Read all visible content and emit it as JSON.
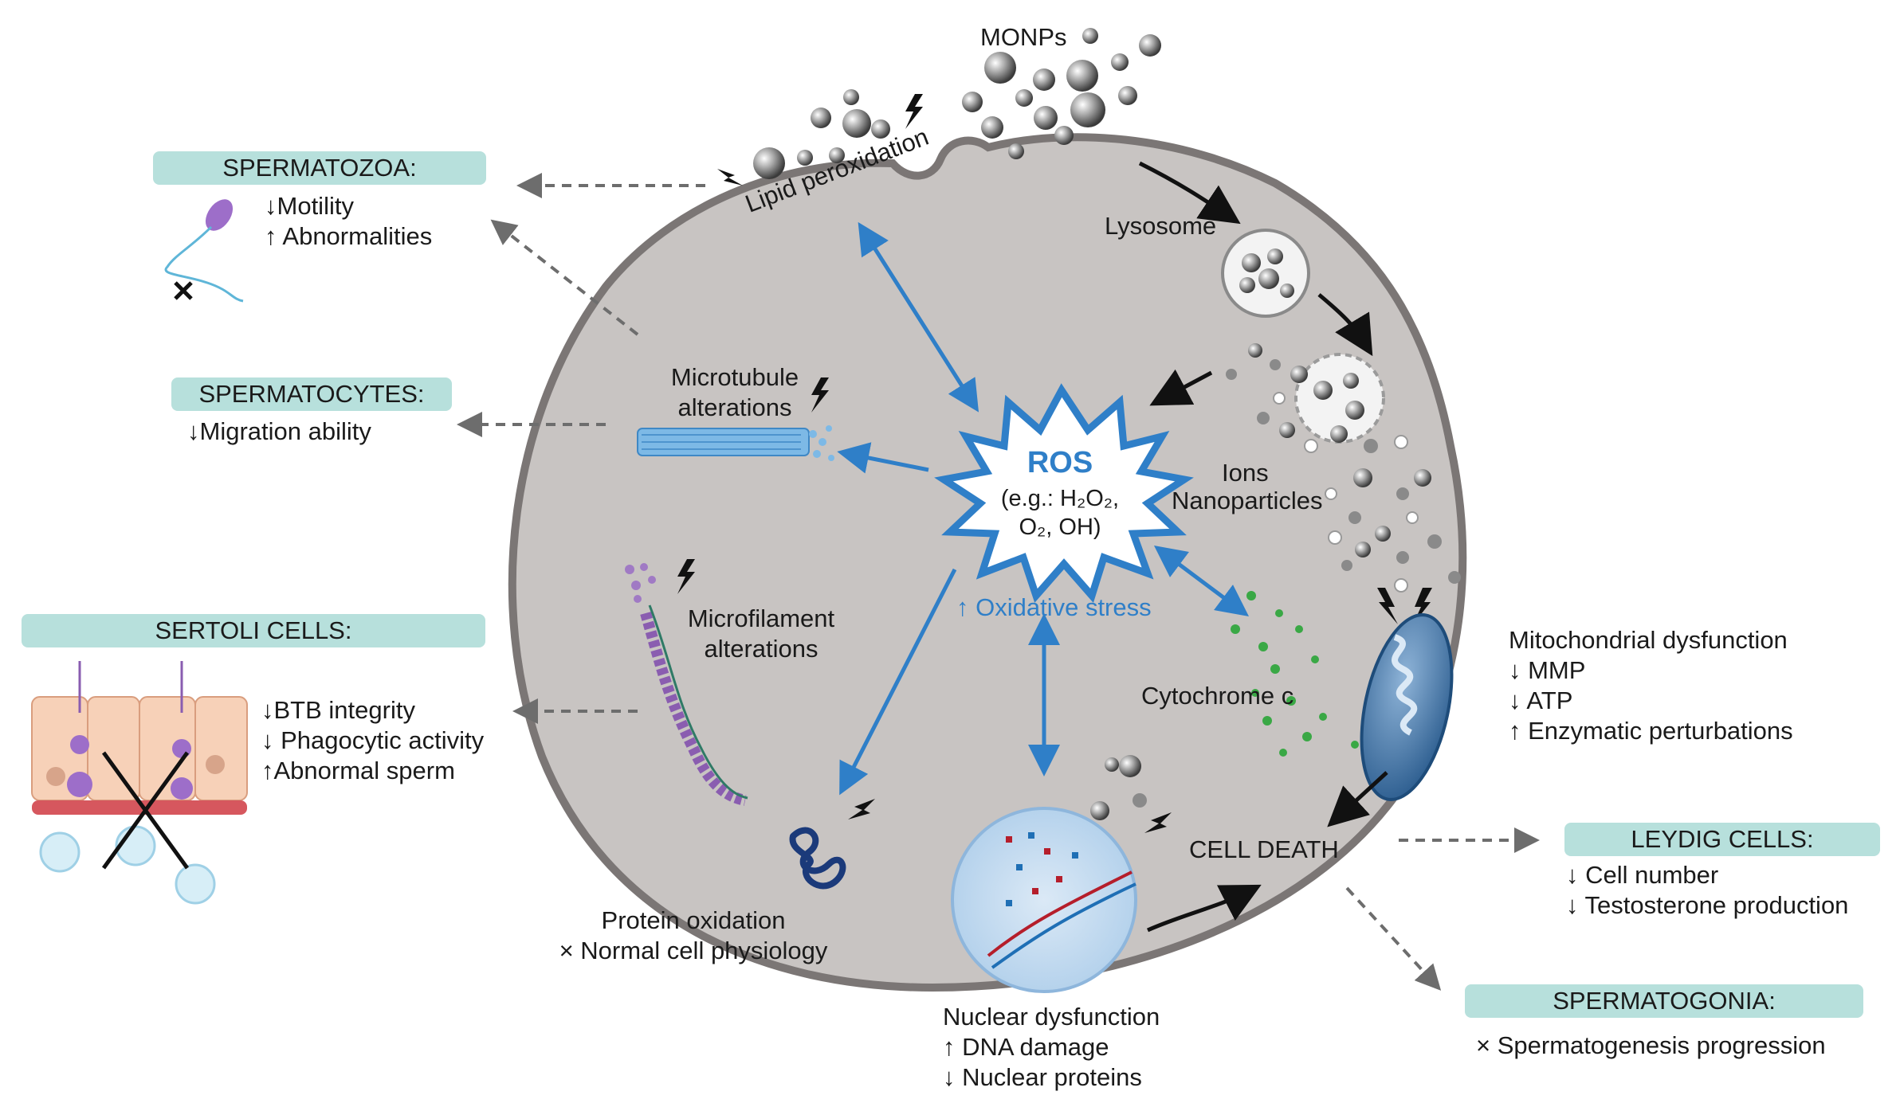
{
  "monps_label": "MONPs",
  "lipid_label": "Lipid peroxidation",
  "lysosome_label": "Lysosome",
  "microtubule_label": [
    "Microtubule",
    "alterations"
  ],
  "microfilament_label": [
    "Microfilament",
    "alterations"
  ],
  "ros": {
    "title": "ROS",
    "line1": "(e.g.: H₂O₂,",
    "line2": "O₂, OH)"
  },
  "oxidative_stress": "↑ Oxidative stress",
  "ions_label": "Ions",
  "nanoparticles_label": "Nanoparticles",
  "cytochrome_label": "Cytochrome c",
  "mito": {
    "title": "Mitochondrial dysfunction",
    "items": [
      "↓ MMP",
      "↓ ATP",
      "↑ Enzymatic perturbations"
    ]
  },
  "cell_death": "CELL DEATH",
  "protein": {
    "title": "Protein oxidation",
    "item": "× Normal cell physiology"
  },
  "nuclear": {
    "title": "Nuclear dysfunction",
    "items": [
      "↑ DNA damage",
      "↓ Nuclear proteins"
    ]
  },
  "spermatozoa": {
    "header": "SPERMATOZOA:",
    "items": [
      "↓Motility",
      "↑ Abnormalities"
    ]
  },
  "spermatocytes": {
    "header": "SPERMATOCYTES:",
    "items": [
      "↓Migration ability"
    ]
  },
  "sertoli": {
    "header": "SERTOLI CELLS:",
    "items": [
      "↓BTB integrity",
      "↓ Phagocytic activity",
      "↑Abnormal sperm"
    ]
  },
  "leydig": {
    "header": "LEYDIG CELLS:",
    "items": [
      "↓ Cell number",
      "↓ Testosterone production"
    ]
  },
  "spermatogonia": {
    "header": "SPERMATOGONIA:",
    "items": [
      "× Spermatogenesis progression"
    ]
  },
  "colors": {
    "cell_fill": "#c8c4c2",
    "cell_border": "#7b7675",
    "box_fill": "#b7e0dc",
    "blue": "#2f7fc8",
    "green": "#3aa845"
  }
}
